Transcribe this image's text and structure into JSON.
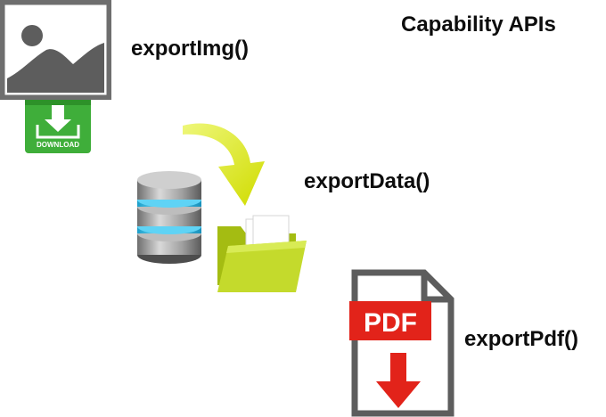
{
  "title": "Capability APIs",
  "items": {
    "export_img": {
      "label": "exportImg()",
      "badge_text": "DOWNLOAD"
    },
    "export_data": {
      "label": "exportData()"
    },
    "export_pdf": {
      "label": "exportPdf()",
      "badge_text": "PDF"
    }
  },
  "icons": {
    "image": "image-placeholder-icon",
    "download": "download-badge-icon",
    "arrow": "curved-arrow-icon",
    "database": "database-icon",
    "folder": "open-folder-icon",
    "pdf": "pdf-document-icon"
  },
  "colors": {
    "download_green": "#3fae3a",
    "arrow_yellow": "#d8e600",
    "folder_green": "#b7d021",
    "pdf_red": "#e2231a",
    "db_blue": "#2ec4f0",
    "db_gray": "#8c8c8c"
  }
}
